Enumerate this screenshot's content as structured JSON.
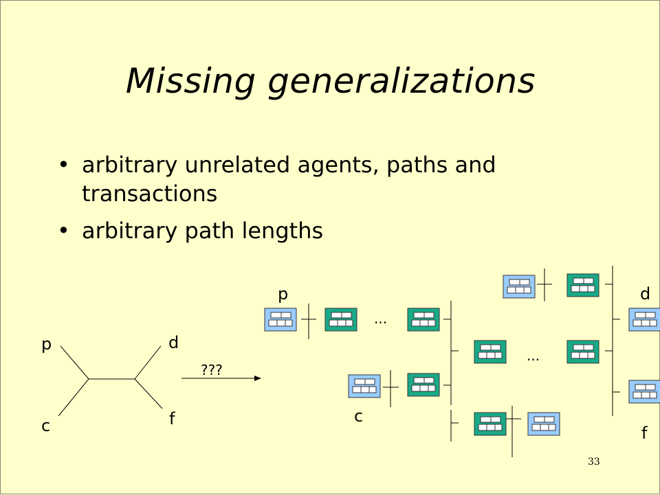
{
  "slide": {
    "title": "Missing generalizations",
    "bullets": [
      "arbitrary unrelated agents, paths and transactions",
      "arbitrary path lengths"
    ],
    "page_number": "33"
  },
  "diagram": {
    "left_labels": {
      "p": "p",
      "d": "d",
      "c": "c",
      "f": "f"
    },
    "arrow_label": "???",
    "right_labels": {
      "p": "p",
      "d": "d",
      "c": "c",
      "f": "f"
    },
    "ellipsis_1": "...",
    "ellipsis_2": "...",
    "colors": {
      "background": "#ffffcc",
      "blue_block": "#99ccff",
      "green_block": "#1aaa88"
    }
  }
}
